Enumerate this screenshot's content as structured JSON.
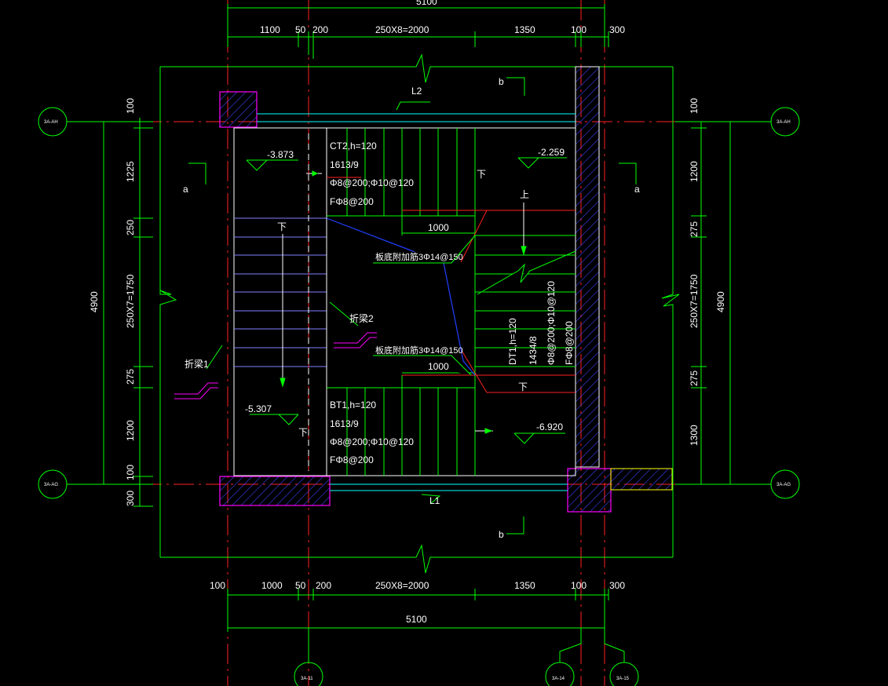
{
  "colors": {
    "background": "#000000",
    "dim": "#00ff00",
    "axis": "#ff2020",
    "wall": "#4040ff",
    "beam": "#00ffff",
    "slab": "#ff00ff",
    "text": "#ffffff",
    "tread": "#8080ff",
    "yellow": "#ffff00"
  },
  "dims": {
    "top": {
      "total": "5100",
      "d1": "1100",
      "d2": "50",
      "d3": "200",
      "d4": "250X8=2000",
      "d5": "1350",
      "d6": "100",
      "d7": "300"
    },
    "bottom": {
      "d0": "100",
      "d1": "1000",
      "d2": "50",
      "d3": "200",
      "d4": "250X8=2000",
      "d5": "1350",
      "d6": "100",
      "d7": "300",
      "total": "5100"
    },
    "left": {
      "d1": "100",
      "d2": "1225",
      "d3": "250",
      "d4": "250X7=1750",
      "d5": "275",
      "d6": "1200",
      "d7": "100",
      "d8": "300",
      "total": "4900"
    },
    "right": {
      "d1": "100",
      "d2": "1200",
      "d3": "275",
      "d4": "250X7=1750",
      "d5": "275",
      "d6": "1300",
      "total": "4900"
    }
  },
  "axes": {
    "left_top": "3A-AH",
    "left_bottom": "3A-AG",
    "right_top": "3A-AH",
    "right_bottom": "3A-AG",
    "bottom_1": "3A-11",
    "bottom_2": "3A-14",
    "bottom_3": "3A-15"
  },
  "notes": {
    "beam_L2": "L2",
    "beam_L1": "L1",
    "sec_b_top": "b",
    "sec_b_bottom": "b",
    "sec_a_left": "a",
    "sec_a_right": "a",
    "elev1": "-3.873",
    "elev2": "-2.259",
    "elev3": "-5.307",
    "elev4": "-6.920",
    "ct2_title": "CT2,h=120",
    "ct2_steps": "1613/9",
    "ct2_rebar": "Φ8@200;Φ10@120",
    "ct2_dist": "FΦ8@200",
    "bt1_title": "BT1,h=120",
    "bt1_steps": "1613/9",
    "bt1_rebar": "Φ8@200;Φ10@120",
    "bt1_dist": "FΦ8@200",
    "dt1_title": "DT1,h=120",
    "dt1_steps": "1434/8",
    "dt1_rebar": "Φ8@200;Φ10@120",
    "dt1_dist": "FΦ8@200",
    "slab_bar1": "板底附加筋3Φ14@150",
    "slab_bar2": "板底附加筋3Φ14@150",
    "len1": "1000",
    "len2": "1000",
    "zheliang1": "折梁1",
    "zheliang2": "折梁2",
    "down1": "下",
    "down2": "下",
    "down3": "下",
    "down4": "下",
    "up1": "上"
  }
}
